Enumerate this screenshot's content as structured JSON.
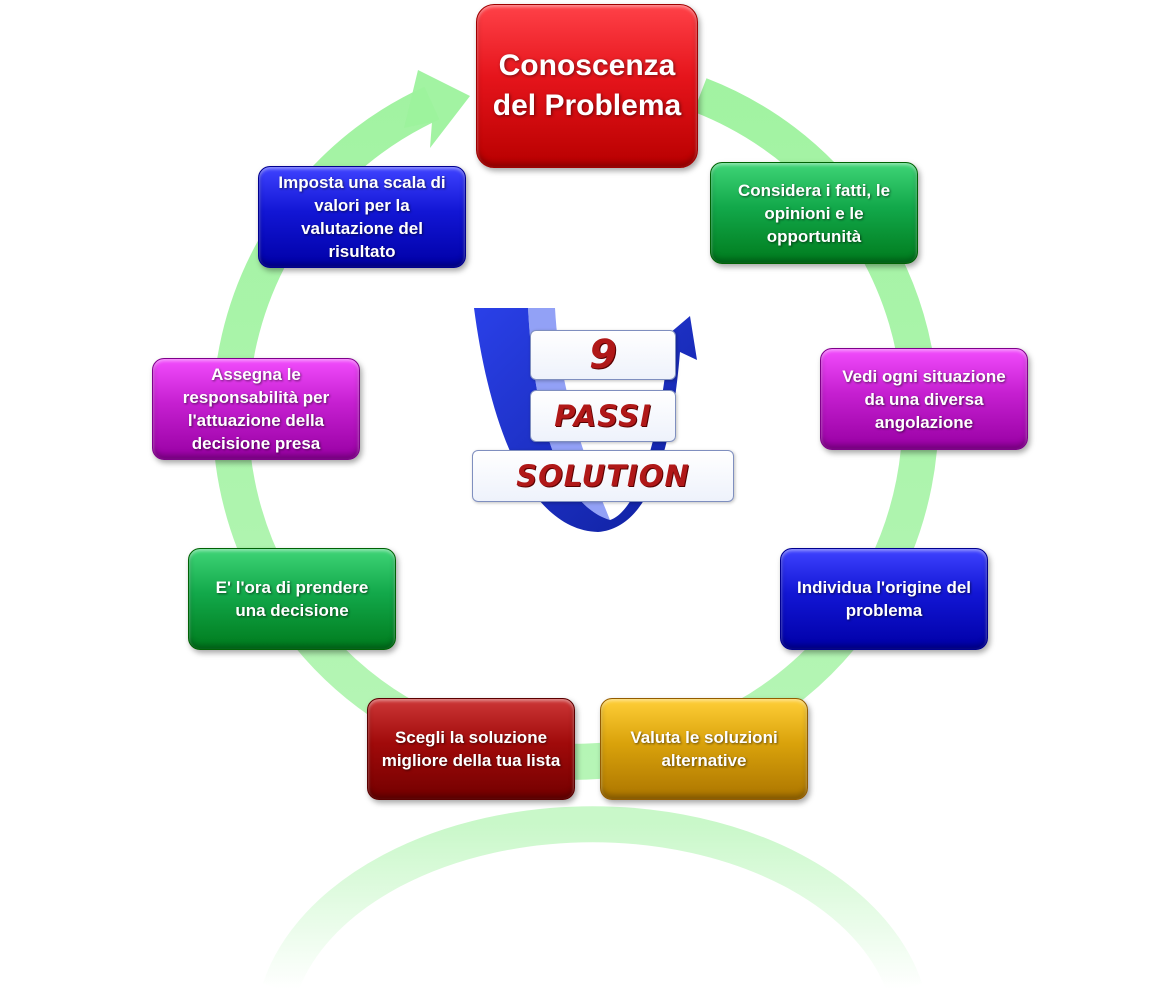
{
  "diagram": {
    "main_step": {
      "label": "Conoscenza del Problema",
      "color": "#e5141b"
    },
    "steps": [
      {
        "label": "Considera i fatti, le opinioni e le opportunità",
        "color": "#12a84a"
      },
      {
        "label": "Vedi ogni situazione da una diversa angolazione",
        "color": "#c51fd0"
      },
      {
        "label": "Individua l'origine del problema",
        "color": "#1216d4"
      },
      {
        "label": "Valuta le soluzioni alternative",
        "color": "#d9a20b"
      },
      {
        "label": "Scegli la soluzione migliore della tua lista",
        "color": "#a00a0a"
      },
      {
        "label": "E' l'ora di prendere una decisione",
        "color": "#12a84a"
      },
      {
        "label": "Assegna le responsabilità per l'attuazione della decisione presa",
        "color": "#c51fd0"
      },
      {
        "label": "Imposta una scala di valori per la valutazione del risultato",
        "color": "#1216d4"
      }
    ],
    "cycle_color": "#9df29d"
  },
  "logo": {
    "number": "9",
    "word1": "PASSI",
    "word2": "SOLUTION",
    "accent_color": "#1a2fd6",
    "text_color": "#b01818"
  }
}
